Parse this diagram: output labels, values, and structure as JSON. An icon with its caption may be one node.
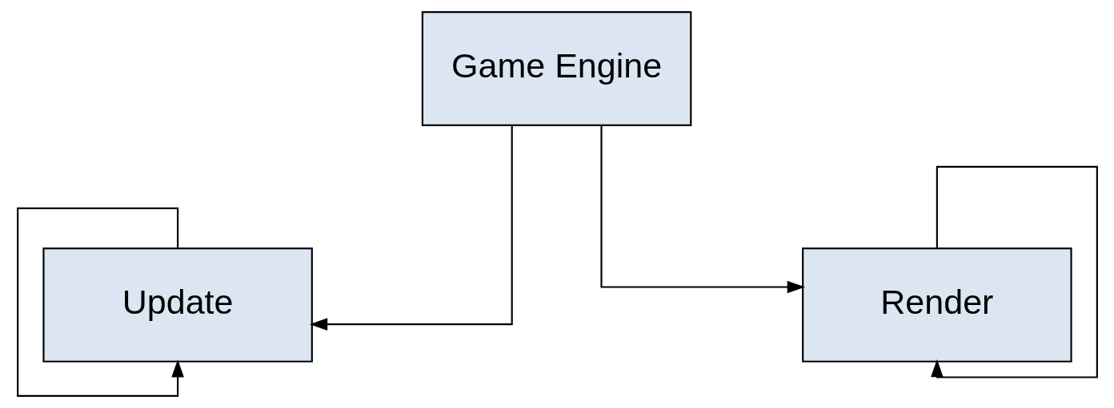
{
  "diagram": {
    "nodes": [
      {
        "text": [
          "Game Engine"
        ]
      },
      {
        "text": [
          "Update"
        ]
      },
      {
        "text": [
          "Render"
        ]
      }
    ],
    "edges": [
      {
        "from": 0,
        "to": 1,
        "arrow": "to"
      },
      {
        "from": 0,
        "to": 2,
        "arrow": "to"
      },
      {
        "from": 1,
        "to": 1,
        "arrow": "to"
      },
      {
        "from": 2,
        "to": 2,
        "arrow": "to"
      }
    ]
  }
}
